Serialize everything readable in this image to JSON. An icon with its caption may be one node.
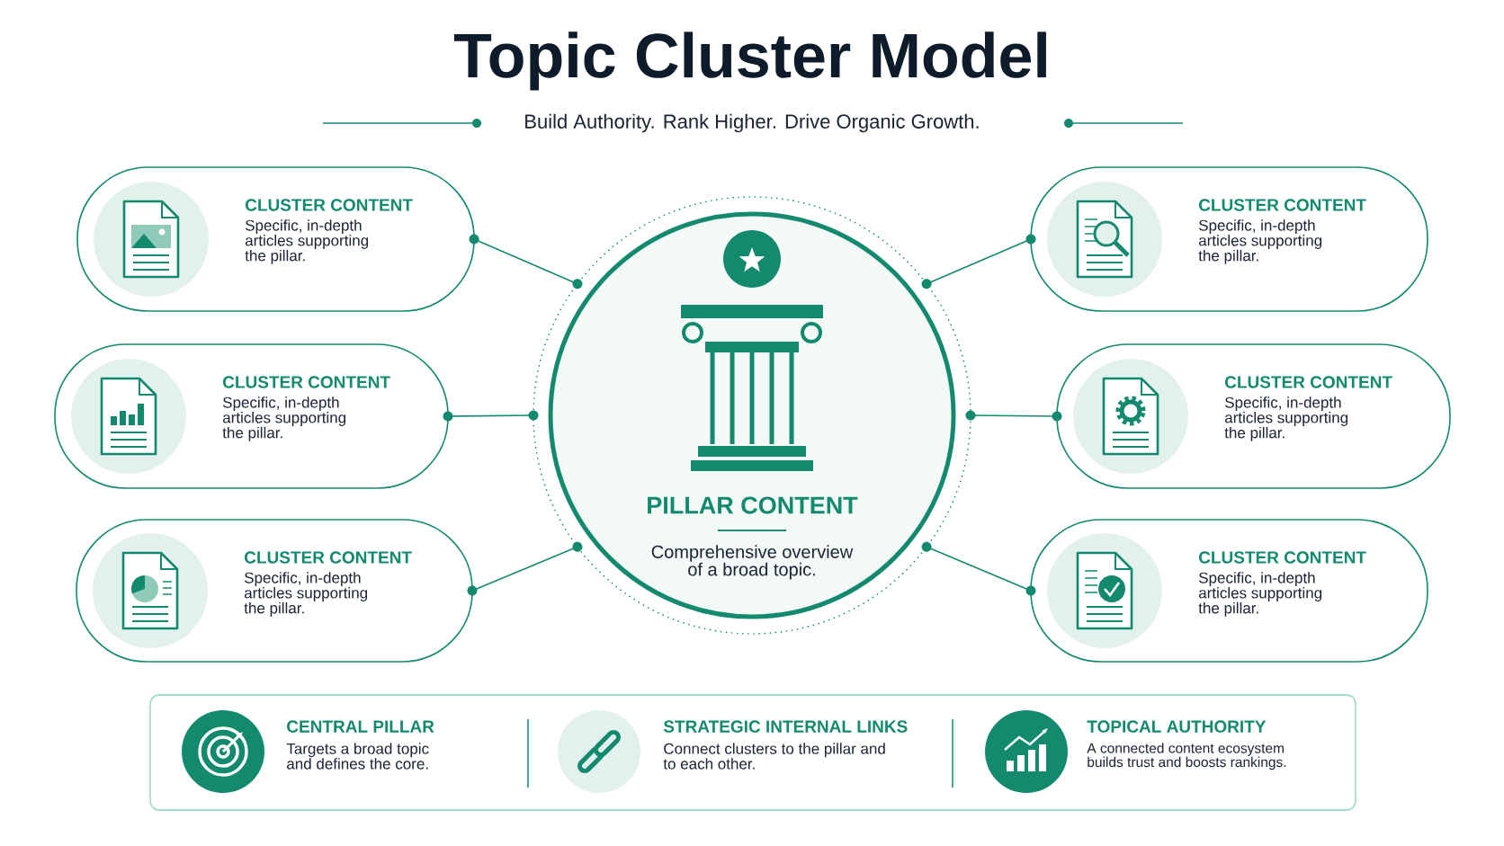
{
  "diagram": {
    "title": "Topic Cluster Model",
    "nodes": [
      {
        "text": [
          "PILLAR CONTENT",
          "Comprehensive overview of a broad topic."
        ]
      },
      {
        "text": [
          "CLUSTER CONTENT",
          "Specific, in-depth articles supporting the pillar."
        ]
      },
      {
        "text": [
          "CLUSTER CONTENT",
          "Specific, in-depth articles supporting the pillar."
        ]
      },
      {
        "text": [
          "CLUSTER CONTENT",
          "Specific, in-depth articles supporting the pillar."
        ]
      },
      {
        "text": [
          "CLUSTER CONTENT",
          "Specific, in-depth articles supporting the pillar."
        ]
      },
      {
        "text": [
          "CLUSTER CONTENT",
          "Specific, in-depth articles supporting the pillar."
        ]
      },
      {
        "text": [
          "CLUSTER CONTENT",
          "Specific, in-depth articles supporting the pillar."
        ]
      },
      {
        "text": [],
        "shape": "box"
      },
      {
        "text": [
          "CENTRAL PILLAR",
          "Targets a broad topic and defines the core."
        ],
        "in": 7
      },
      {
        "text": [
          "STRATEGIC INTERNAL LINKS",
          "Connect clusters to the pillar and to each other."
        ],
        "in": 7
      },
      {
        "text": [
          "TOPICAL AUTHORITY",
          "A connected content ecosystem builds trust and boosts rankings."
        ],
        "in": 7
      }
    ],
    "edges": [
      {
        "from": 1,
        "to": 0,
        "arrow": "none"
      },
      {
        "from": 2,
        "to": 0,
        "arrow": "none"
      },
      {
        "from": 3,
        "to": 0,
        "arrow": "none"
      },
      {
        "from": 4,
        "to": 0,
        "arrow": "none"
      },
      {
        "from": 5,
        "to": 0,
        "arrow": "none"
      },
      {
        "from": 6,
        "to": 0,
        "arrow": "none"
      }
    ],
    "labels": [
      "Build Authority. Rank Higher. Drive Organic Growth."
    ]
  }
}
